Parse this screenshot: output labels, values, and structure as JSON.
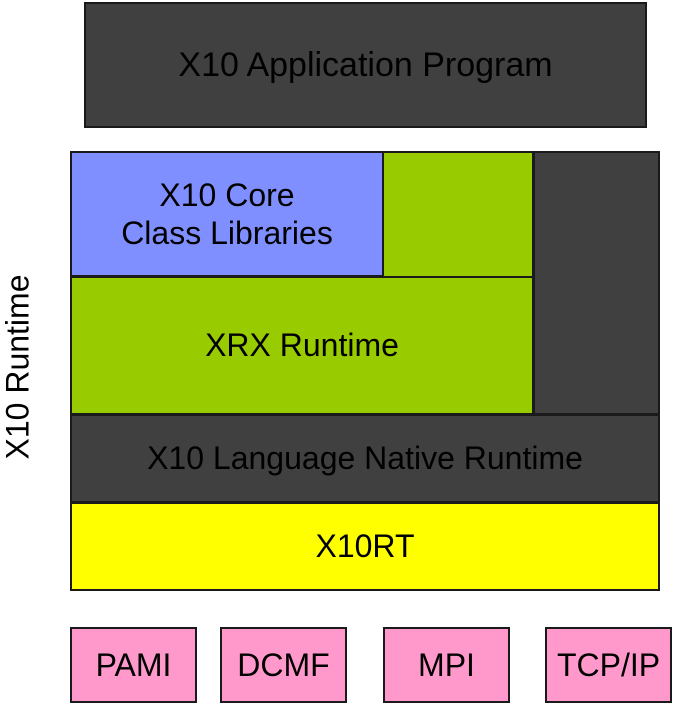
{
  "diagram": {
    "application": "X10 Application Program",
    "core_libraries": "X10  Core\nClass Libraries",
    "xrx_runtime": "XRX Runtime",
    "native_runtime": "X10 Language Native Runtime",
    "x10rt": "X10RT",
    "side_label": "X10 Runtime",
    "transports": [
      "PAMI",
      "DCMF",
      "MPI",
      "TCP/IP"
    ]
  },
  "colors": {
    "dark": "#404040",
    "green": "#99cc00",
    "blue": "#7f8fff",
    "yellow": "#ffff00",
    "pink": "#ff99cc"
  }
}
